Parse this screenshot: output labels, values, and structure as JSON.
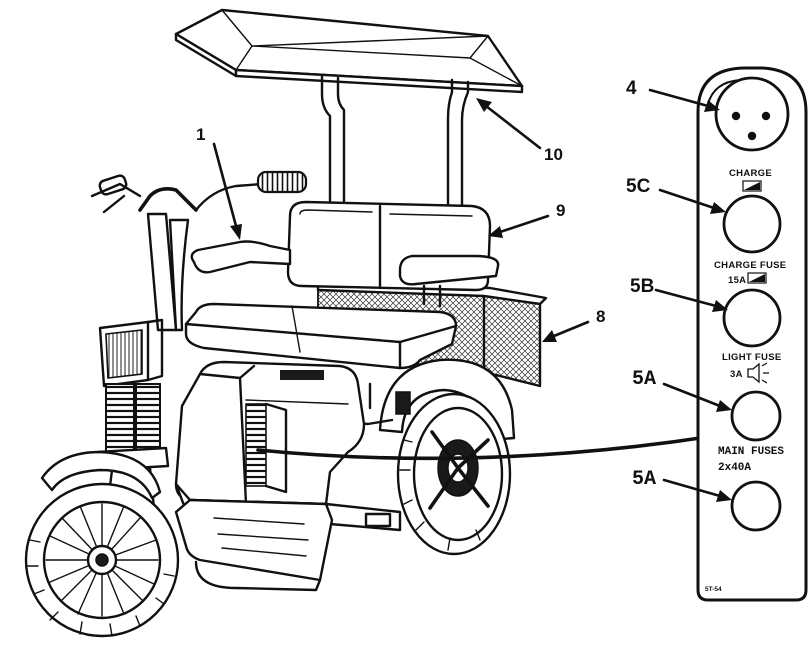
{
  "callouts": {
    "c1": "1",
    "c4": "4",
    "c5c": "5C",
    "c5b": "5B",
    "c5a_top": "5A",
    "c5a_bottom": "5A",
    "c8": "8",
    "c9": "9",
    "c10": "10"
  },
  "panel": {
    "charge_label": "CHARGE",
    "charge_fuse_label": "CHARGE FUSE",
    "charge_fuse_rating": "15A",
    "light_fuse_label": "LIGHT FUSE",
    "light_fuse_rating": "3A",
    "main_fuses_label": "MAIN FUSES",
    "main_fuses_rating": "2x40A",
    "part_code": "5T-54"
  },
  "colors": {
    "ink": "#111111",
    "paper": "#ffffff"
  },
  "icons": {
    "charge_symbol": "battery-plug-icon",
    "charge_fuse_symbol": "battery-plug-icon",
    "light_symbol": "speaker-light-icon"
  }
}
